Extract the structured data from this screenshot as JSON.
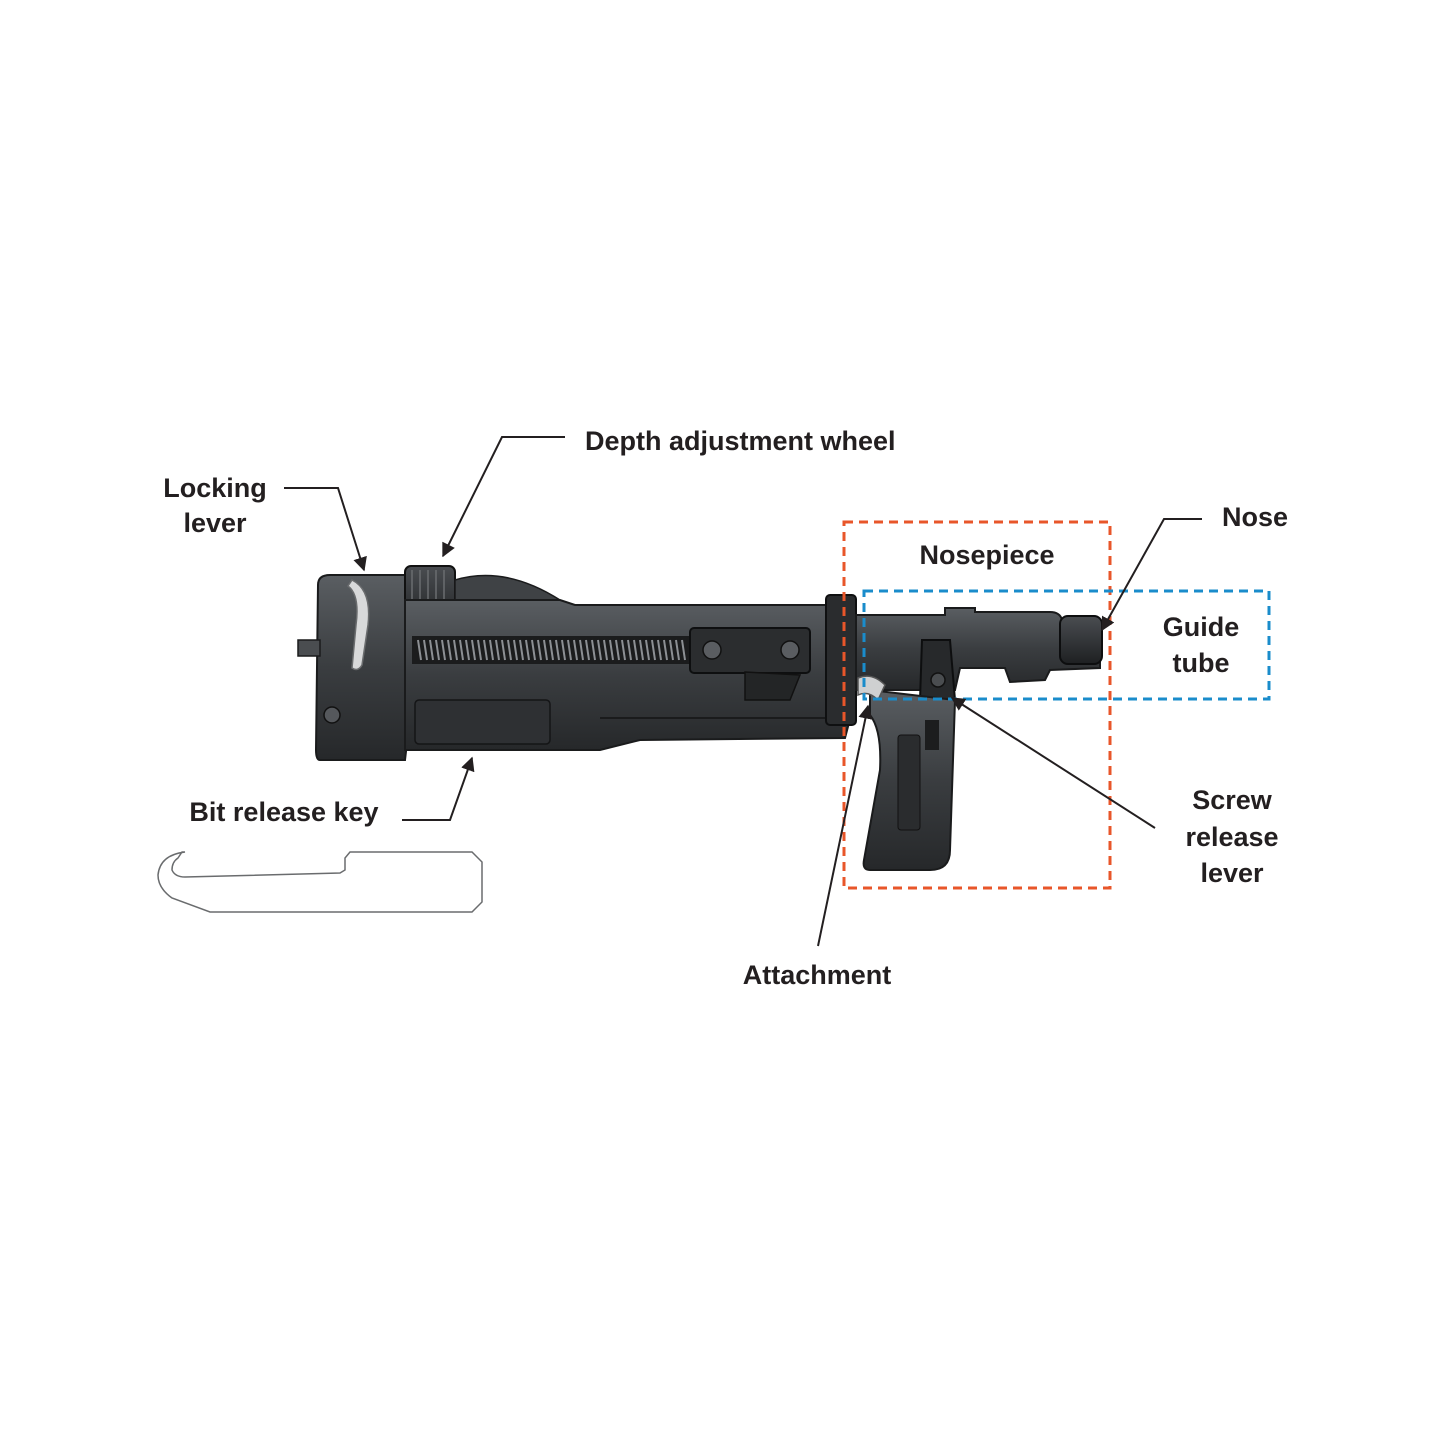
{
  "labels": {
    "locking_lever_1": "Locking",
    "locking_lever_2": "lever",
    "depth_adjustment_wheel": "Depth adjustment wheel",
    "nosepiece": "Nosepiece",
    "nose": "Nose",
    "guide_tube_1": "Guide",
    "guide_tube_2": "tube",
    "screw_release_lever_1": "Screw",
    "screw_release_lever_2": "release",
    "screw_release_lever_3": "lever",
    "bit_release_key": "Bit release key",
    "attachment": "Attachment"
  },
  "colors": {
    "nosepiece_box": "#e8562a",
    "guide_tube_box": "#1a8ccb",
    "label_text": "#231f20",
    "leader_line": "#231f20",
    "tool_body": "#3a3d40"
  }
}
